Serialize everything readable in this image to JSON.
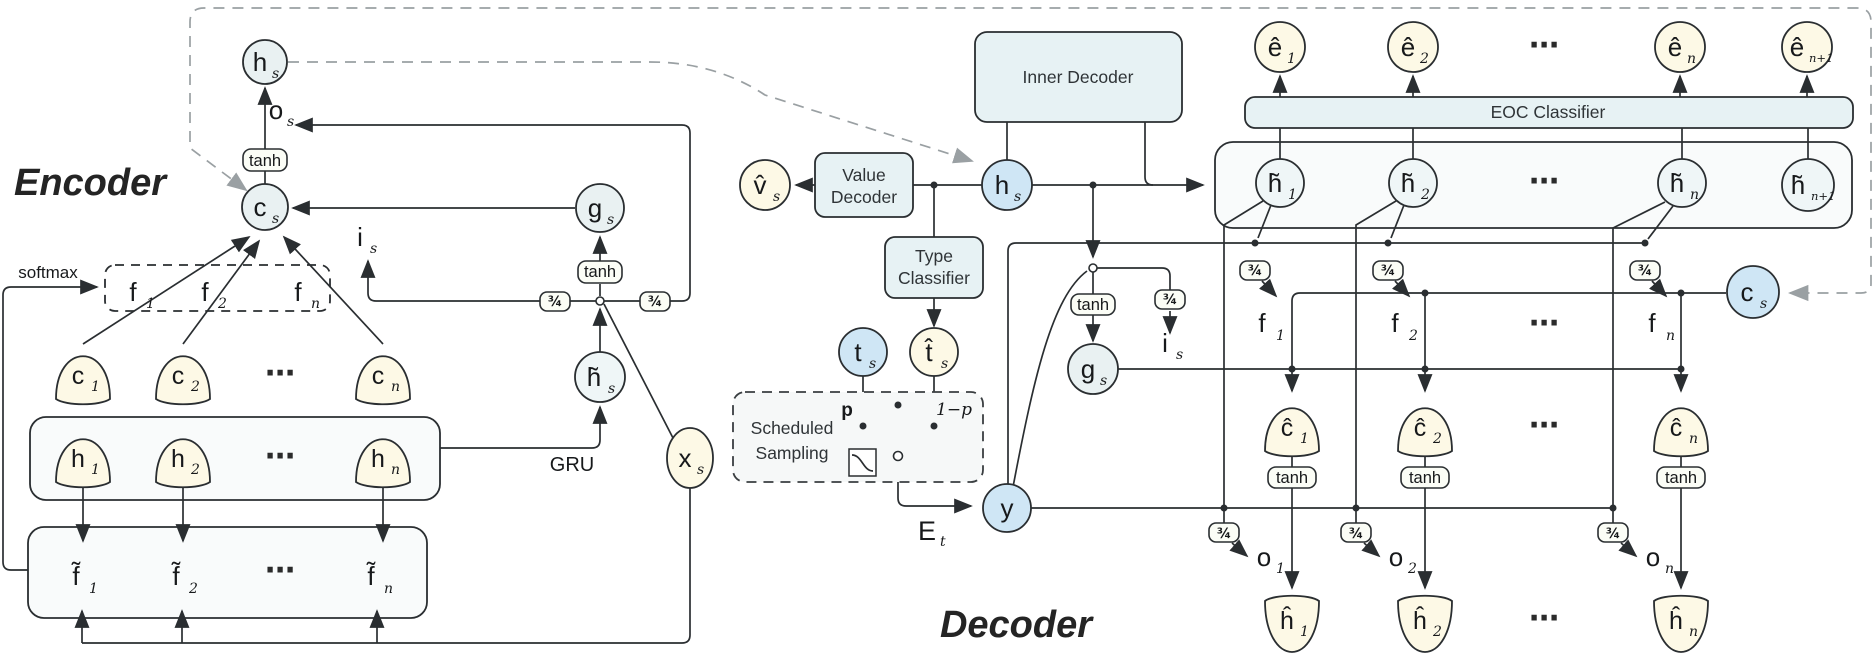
{
  "titles": {
    "encoder": "Encoder",
    "decoder": "Decoder"
  },
  "ops": {
    "tanh": "tanh",
    "gate": "¾",
    "softmax": "softmax",
    "gru": "GRU",
    "dots": "⋯"
  },
  "boxes": {
    "inner_decoder": "Inner Decoder",
    "value_decoder": [
      "Value",
      "Decoder"
    ],
    "type_classifier": [
      "Type",
      "Classifier"
    ],
    "eoc_classifier": "EOC Classifier",
    "scheduled_sampling": [
      "Scheduled",
      "Sampling"
    ]
  },
  "vars": {
    "h": "h",
    "c": "c",
    "g": "g",
    "i": "i",
    "o": "o",
    "x": "x",
    "y": "y",
    "f": "f",
    "t": "t",
    "E": "E",
    "p": "p",
    "one_minus_p": "1−p",
    "h_tilde": "h̃",
    "f_tilde": "f̃",
    "v_hat": "v̂",
    "t_hat": "t̂",
    "e_hat": "ê",
    "c_hat": "ĉ",
    "h_hat": "ĥ"
  },
  "subs": {
    "s": "s",
    "t": "t",
    "n": "n",
    "n_plus_1": "n+1",
    "one": "1",
    "two": "2"
  },
  "colors": {
    "line": "#2a2e31",
    "dashed": "#9aa0a3",
    "state_blue": "#cfe6f5",
    "cell_pale": "#e9f1f2",
    "data_cream": "#fdf9e6",
    "panel_blue": "#e7f2f4"
  }
}
